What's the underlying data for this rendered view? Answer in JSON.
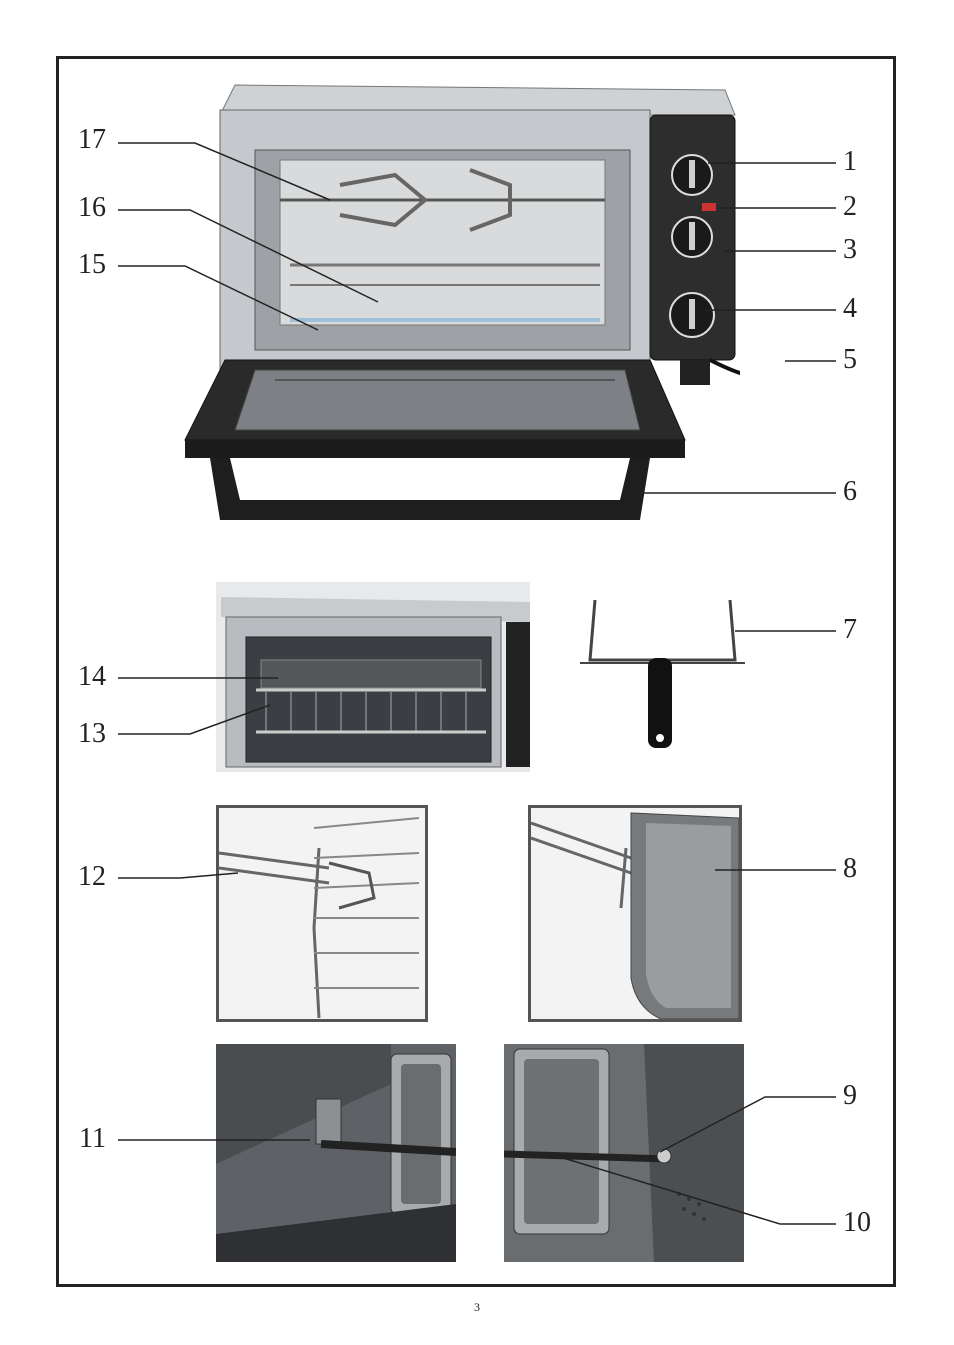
{
  "page_number": "3",
  "callouts": {
    "n1": "1",
    "n2": "2",
    "n3": "3",
    "n4": "4",
    "n5": "5",
    "n6": "6",
    "n7": "7",
    "n8": "8",
    "n9": "9",
    "n10": "10",
    "n11": "11",
    "n12": "12",
    "n13": "13",
    "n14": "14",
    "n15": "15",
    "n16": "16",
    "n17": "17"
  },
  "colors": {
    "frame": "#222222",
    "oven_body": "#3a3a3a",
    "steel": "#b9bcc0",
    "interior": "#8e9195"
  }
}
